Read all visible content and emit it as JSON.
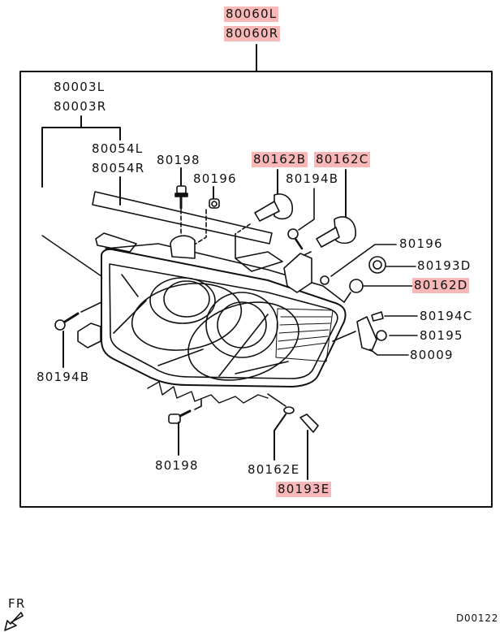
{
  "diagram": {
    "title": "Headlamp assembly exploded parts diagram",
    "diagram_code": "D00122",
    "direction_indicator": {
      "label": "FR",
      "icon": "front-direction-arrow-icon"
    },
    "highlight_color": "#f8b8b8",
    "callouts": {
      "assy_l": {
        "text": "80060L",
        "highlighted": true
      },
      "assy_r": {
        "text": "80060R",
        "highlighted": true
      },
      "housing_l": {
        "text": "80003L",
        "highlighted": false
      },
      "housing_r": {
        "text": "80003R",
        "highlighted": false
      },
      "trim_l": {
        "text": "80054L",
        "highlighted": false
      },
      "trim_r": {
        "text": "80054R",
        "highlighted": false
      },
      "bolt_top": {
        "text": "80198",
        "highlighted": false
      },
      "nut_top": {
        "text": "80196",
        "highlighted": false
      },
      "bulb_b": {
        "text": "80162B",
        "highlighted": true
      },
      "bulb_c": {
        "text": "80162C",
        "highlighted": true
      },
      "screw_b_top": {
        "text": "80194B",
        "highlighted": false
      },
      "nut_right": {
        "text": "80196",
        "highlighted": false
      },
      "socket_d": {
        "text": "80193D",
        "highlighted": false
      },
      "bulb_d": {
        "text": "80162D",
        "highlighted": true
      },
      "screw_c": {
        "text": "80194C",
        "highlighted": false
      },
      "nut_bracket": {
        "text": "80195",
        "highlighted": false
      },
      "bracket": {
        "text": "80009",
        "highlighted": false
      },
      "screw_b_left": {
        "text": "80194B",
        "highlighted": false
      },
      "bolt_bottom": {
        "text": "80198",
        "highlighted": false
      },
      "bulb_e": {
        "text": "80162E",
        "highlighted": false
      },
      "socket_e": {
        "text": "80193E",
        "highlighted": true
      }
    }
  }
}
